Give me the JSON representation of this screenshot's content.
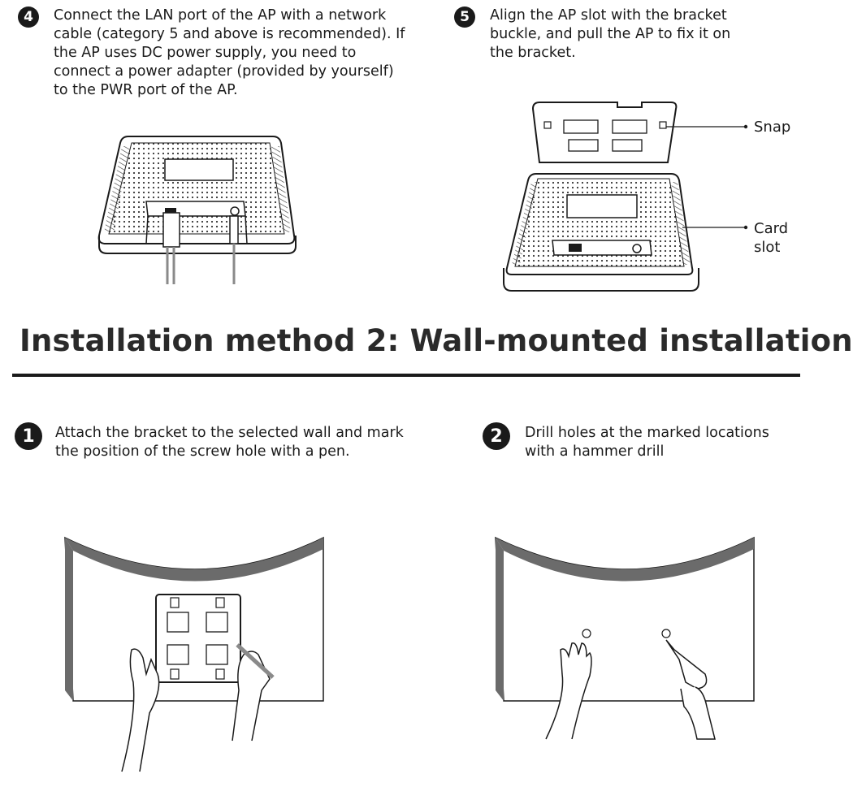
{
  "steps": [
    {
      "number": "4",
      "text": "Connect the LAN port of the AP with a network\ncable (category 5 and above is recommended). If\nthe AP uses DC power supply, you need to\nconnect a power adapter (provided by yourself)\nto the PWR port of the AP."
    },
    {
      "number": "5",
      "text": "Align the AP slot with the bracket\nbuckle, and pull the AP to fix it on\nthe bracket."
    },
    {
      "number": "1",
      "text": "Attach the bracket to the selected wall and mark\nthe position of the screw hole with a pen."
    },
    {
      "number": "2",
      "text": "Drill holes at the marked locations\nwith a hammer drill"
    }
  ],
  "section_title": "Installation method 2: Wall-mounted installation",
  "callouts": {
    "snap": "Snap",
    "card_slot": "Card\nslot"
  },
  "colors": {
    "ink": "#1a1a1a",
    "wall_edge": "#6b6b6b",
    "cable": "#8a8a8a"
  }
}
